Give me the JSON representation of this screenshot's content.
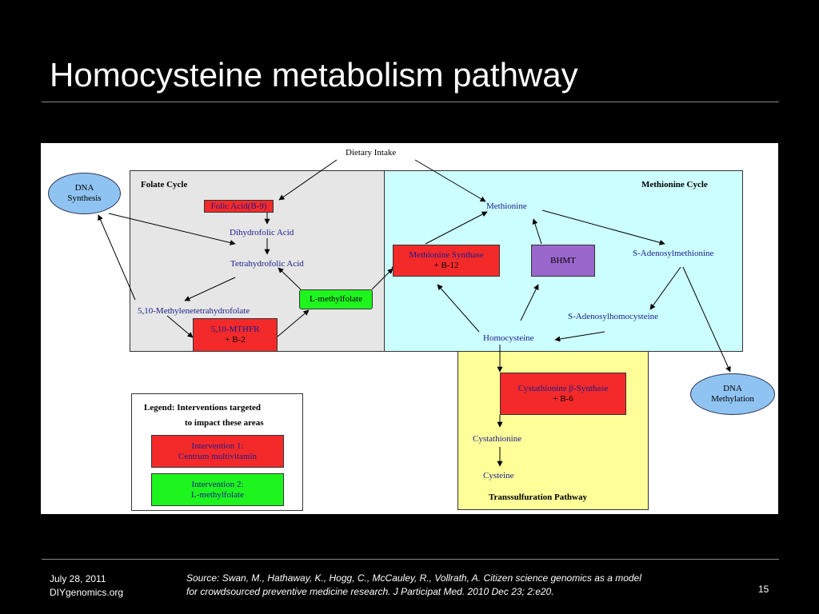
{
  "slide": {
    "title": "Homocysteine metabolism pathway",
    "page_number": "15",
    "date": "July 28, 2011",
    "site": "DIYgenomics.org",
    "source_line1": "Source: Swan, M., Hathaway, K., Hogg, C., McCauley, R., Vollrath, A. Citizen science genomics as a model",
    "source_line2": "for crowdsourced preventive medicine research. J Participat Med. 2010 Dec 23; 2:e20."
  },
  "diagram": {
    "regions": {
      "folate_cycle": "Folate Cycle",
      "methionine_cycle": "Methionine Cycle",
      "transsulfuration": "Transsulfuration Pathway"
    },
    "nodes": {
      "dietary_intake": "Dietary Intake",
      "dna_synthesis_1": "DNA",
      "dna_synthesis_2": "Synthesis",
      "folic_acid": "Folic Acid(B-9)",
      "dihydrofolic_acid": "Dihydrofolic Acid",
      "tetrahydrofolic_acid": "Tetrahydrofolic Acid",
      "methylenetetrahydrofolate": "5,10-Methylenetetrahydrofolate",
      "mthfr_1": "5,10-MTHFR",
      "mthfr_2": "+ B-2",
      "l_methylfolate": "L-methylfolate",
      "methionine": "Methionine",
      "methionine_synthase_1": "Methionine Synthase",
      "methionine_synthase_2": "+ B-12",
      "bhmt": "BHMT",
      "same": "S-Adenosylmethionine",
      "sah": "S-Adenosylhomocysteine",
      "homocysteine": "Homocysteine",
      "dna_methylation_1": "DNA",
      "dna_methylation_2": "Methylation",
      "cbs_1": "Cystathionine β-Synthase",
      "cbs_2": "+ B-6",
      "cystathionine": "Cystathionine",
      "cysteine": "Cysteine"
    },
    "legend": {
      "title_1": "Legend: Interventions targeted",
      "title_2": "to impact these areas",
      "item1_1": "Intervention 1:",
      "item1_2": "Centrum multivitamin",
      "item2_1": "Intervention 2:",
      "item2_2": "L-methylfolate"
    },
    "colors": {
      "folate_bg": "#e6e6e6",
      "methionine_bg": "#ccffff",
      "transsulfuration_bg": "#ffff99",
      "intervention1": "#f42a2a",
      "intervention2": "#1ef51e",
      "bhmt": "#9966cc",
      "oval": "#8fc4f2"
    }
  }
}
